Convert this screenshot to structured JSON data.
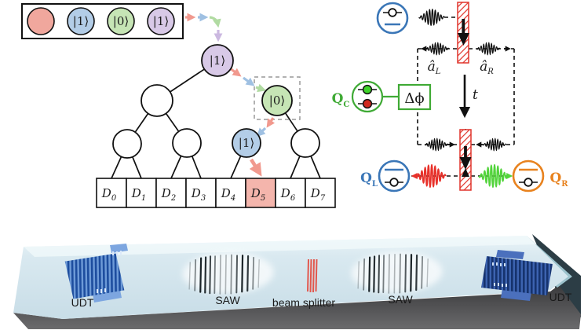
{
  "legend": {
    "items": [
      {
        "label": "",
        "color": "#f0a79d"
      },
      {
        "label": "|1⟩",
        "color": "#b3cde7"
      },
      {
        "label": "|0⟩",
        "color": "#c6e5b5"
      },
      {
        "label": "|1⟩",
        "color": "#d8c9e7"
      }
    ]
  },
  "tree": {
    "root_label": "|1⟩",
    "level2_right_label": "|0⟩",
    "level3_blue_label": "|1⟩",
    "detector_prefix": "D",
    "detector_indices": [
      "0",
      "1",
      "2",
      "3",
      "4",
      "5",
      "6",
      "7"
    ],
    "highlighted_detector_index": "5"
  },
  "circuit": {
    "a_left": {
      "main": "â",
      "sub": "L"
    },
    "a_right": {
      "main": "â",
      "sub": "R"
    },
    "time_label": "t",
    "phase_label": "Δϕ",
    "q_coupler": {
      "main": "Q",
      "sub": "C"
    },
    "q_left": {
      "main": "Q",
      "sub": "L"
    },
    "q_right": {
      "main": "Q",
      "sub": "R"
    }
  },
  "device": {
    "udt_left": "UDT",
    "saw_left": "SAW",
    "beam_splitter": "beam splitter",
    "saw_right": "SAW",
    "udt_right": "UDT"
  },
  "colors": {
    "node_red": "#f0a79d",
    "node_blue": "#b3cde7",
    "node_green": "#c6e5b5",
    "node_purple": "#d8c9e7",
    "detector_highlight": "#f4b5ac",
    "arrow_red": "#f1998e",
    "arrow_blue": "#9fc0e2",
    "arrow_green": "#b1dba2",
    "arrow_purple": "#cbb8e0",
    "qubit_source_blue": "#3a76b7",
    "qubit_left_blue": "#3a76b7",
    "qubit_right_orange": "#e8821e",
    "qubit_coupler_green": "#3faa35",
    "beamsplitter_red": "#e0342b",
    "packet_red": "#e8312a",
    "packet_green": "#53d43c",
    "chip_label_red": "#e0342b"
  }
}
